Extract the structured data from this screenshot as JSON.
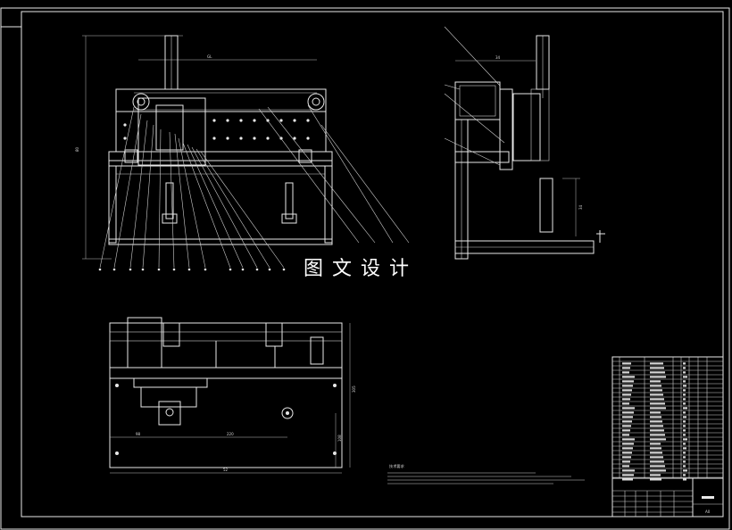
{
  "watermark": "图文设计",
  "front_view": {
    "dims": {
      "top": "GL",
      "height": "80"
    }
  },
  "side_view": {
    "dims": {
      "top": "34",
      "height": "34"
    }
  },
  "plan_view": {
    "dims": {
      "left": "98",
      "mid": "220",
      "bottom": "52",
      "right_a": "305",
      "right_b": "108"
    }
  },
  "tech_notes_title": "技术要求",
  "title_block_code": "A0"
}
